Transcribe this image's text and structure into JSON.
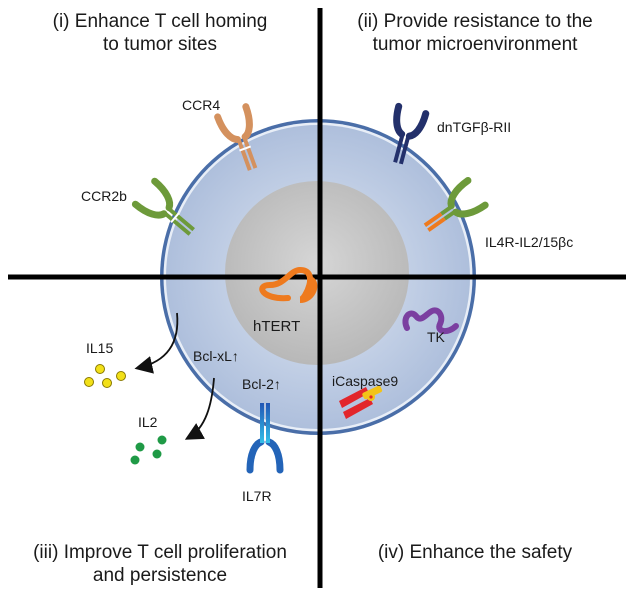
{
  "quadrants": {
    "q1": "(i) Enhance T cell homing\nto tumor sites",
    "q2": "(ii) Provide resistance to the\ntumor microenvironment",
    "q3": "(iii) Improve T cell proliferation\nand persistence",
    "q4": "(iv) Enhance the safety"
  },
  "labels": {
    "ccr4": "CCR4",
    "ccr2b": "CCR2b",
    "dntgfb": "dnTGFβ-RII",
    "il4r": "IL4R-IL2/15βc",
    "htert": "hTERT",
    "tk": "TK",
    "icasp": "iCaspase9",
    "il15": "IL15",
    "il2": "IL2",
    "bclxl": "Bcl-xL↑",
    "bcl2": "Bcl-2↑",
    "il7r": "IL7R"
  },
  "colors": {
    "ccr4": "#d4915e",
    "ccr2b": "#6d9a3a",
    "dntgfb": "#23306b",
    "il4r_arm": "#6d9a3a",
    "il4r_stem": "#ee7a1e",
    "il7r_top": "#2fb4e0",
    "il7r_bottom": "#2364b8",
    "htert": "#ee7a1e",
    "tk": "#7b3fa0",
    "icasp_red": "#e2262b",
    "icasp_yellow": "#f2c318",
    "il15_dots": "#f2e018",
    "il2_dots": "#1f9a46",
    "cell_membrane": "#4a6ea8",
    "cell_fill": "#c2d2e8",
    "nucleus": "#c6c6c6"
  }
}
